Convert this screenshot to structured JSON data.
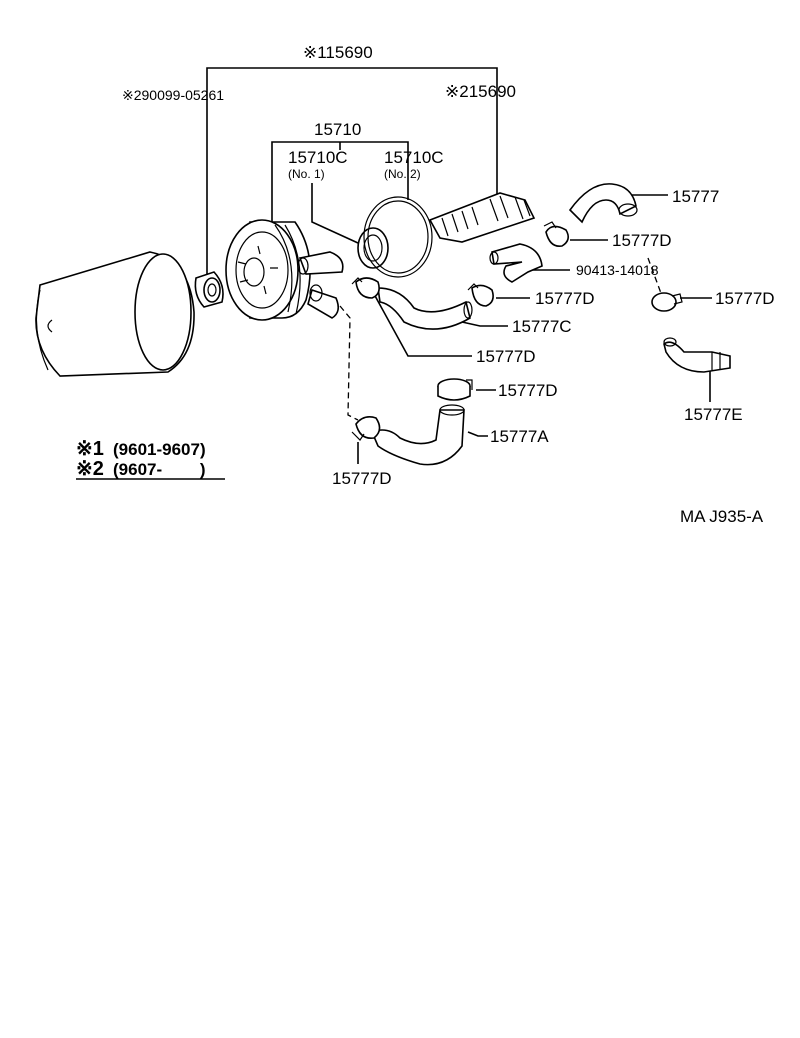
{
  "labels": {
    "assy_115690": "※115690",
    "part_290099": "※290099-05261",
    "assy_215690": "※215690",
    "part_15710": "15710",
    "part_15710c_1": "15710C",
    "part_15710c_1_note": "(No. 1)",
    "part_15710c_2": "15710C",
    "part_15710c_2_note": "(No. 2)",
    "part_15777": "15777",
    "part_15777d_a": "15777D",
    "part_90413": "90413-14018",
    "part_15777d_b": "15777D",
    "part_15777d_c": "15777D",
    "part_15777c": "15777C",
    "part_15777d_d": "15777D",
    "part_15777d_e": "15777D",
    "part_15777a": "15777A",
    "part_15777d_f": "15777D",
    "part_15777e": "15777E"
  },
  "legend": {
    "row1_mark": "※1",
    "row1_range": "(9601-9607)",
    "row2_mark": "※2",
    "row2_range": "(9607-        )"
  },
  "figure_code": "MA J935-A",
  "colors": {
    "line": "#000000",
    "background": "#ffffff"
  }
}
